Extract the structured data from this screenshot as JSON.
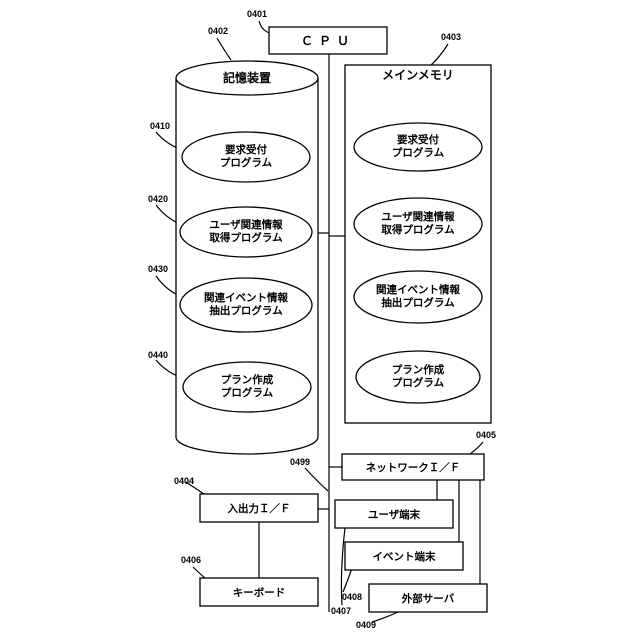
{
  "cpu": {
    "label": "ＣＰＵ",
    "ref": "0401"
  },
  "storage": {
    "label": "記憶装置",
    "ref": "0402",
    "programs": [
      {
        "ref": "0410",
        "line1": "要求受付",
        "line2": "プログラム"
      },
      {
        "ref": "0420",
        "line1": "ユーザ関連情報",
        "line2": "取得プログラム"
      },
      {
        "ref": "0430",
        "line1": "関連イベント情報",
        "line2": "抽出プログラム"
      },
      {
        "ref": "0440",
        "line1": "プラン作成",
        "line2": "プログラム"
      }
    ]
  },
  "main_memory": {
    "label": "メインメモリ",
    "ref": "0403",
    "programs": [
      {
        "line1": "要求受付",
        "line2": "プログラム"
      },
      {
        "line1": "ユーザ関連情報",
        "line2": "取得プログラム"
      },
      {
        "line1": "関連イベント情報",
        "line2": "抽出プログラム"
      },
      {
        "line1": "プラン作成",
        "line2": "プログラム"
      }
    ]
  },
  "network_if": {
    "label": "ネットワークＩ／Ｆ",
    "ref": "0405"
  },
  "io_if": {
    "label": "入出力Ｉ／Ｆ",
    "ref": "0404"
  },
  "keyboard": {
    "label": "キーボード",
    "ref": "0406"
  },
  "user_terminal": {
    "label": "ユーザ端末",
    "ref": "0407"
  },
  "event_terminal": {
    "label": "イベント端末",
    "ref": "0408"
  },
  "external_server": {
    "label": "外部サーバ",
    "ref": "0409"
  },
  "bus": {
    "ref": "0499"
  }
}
